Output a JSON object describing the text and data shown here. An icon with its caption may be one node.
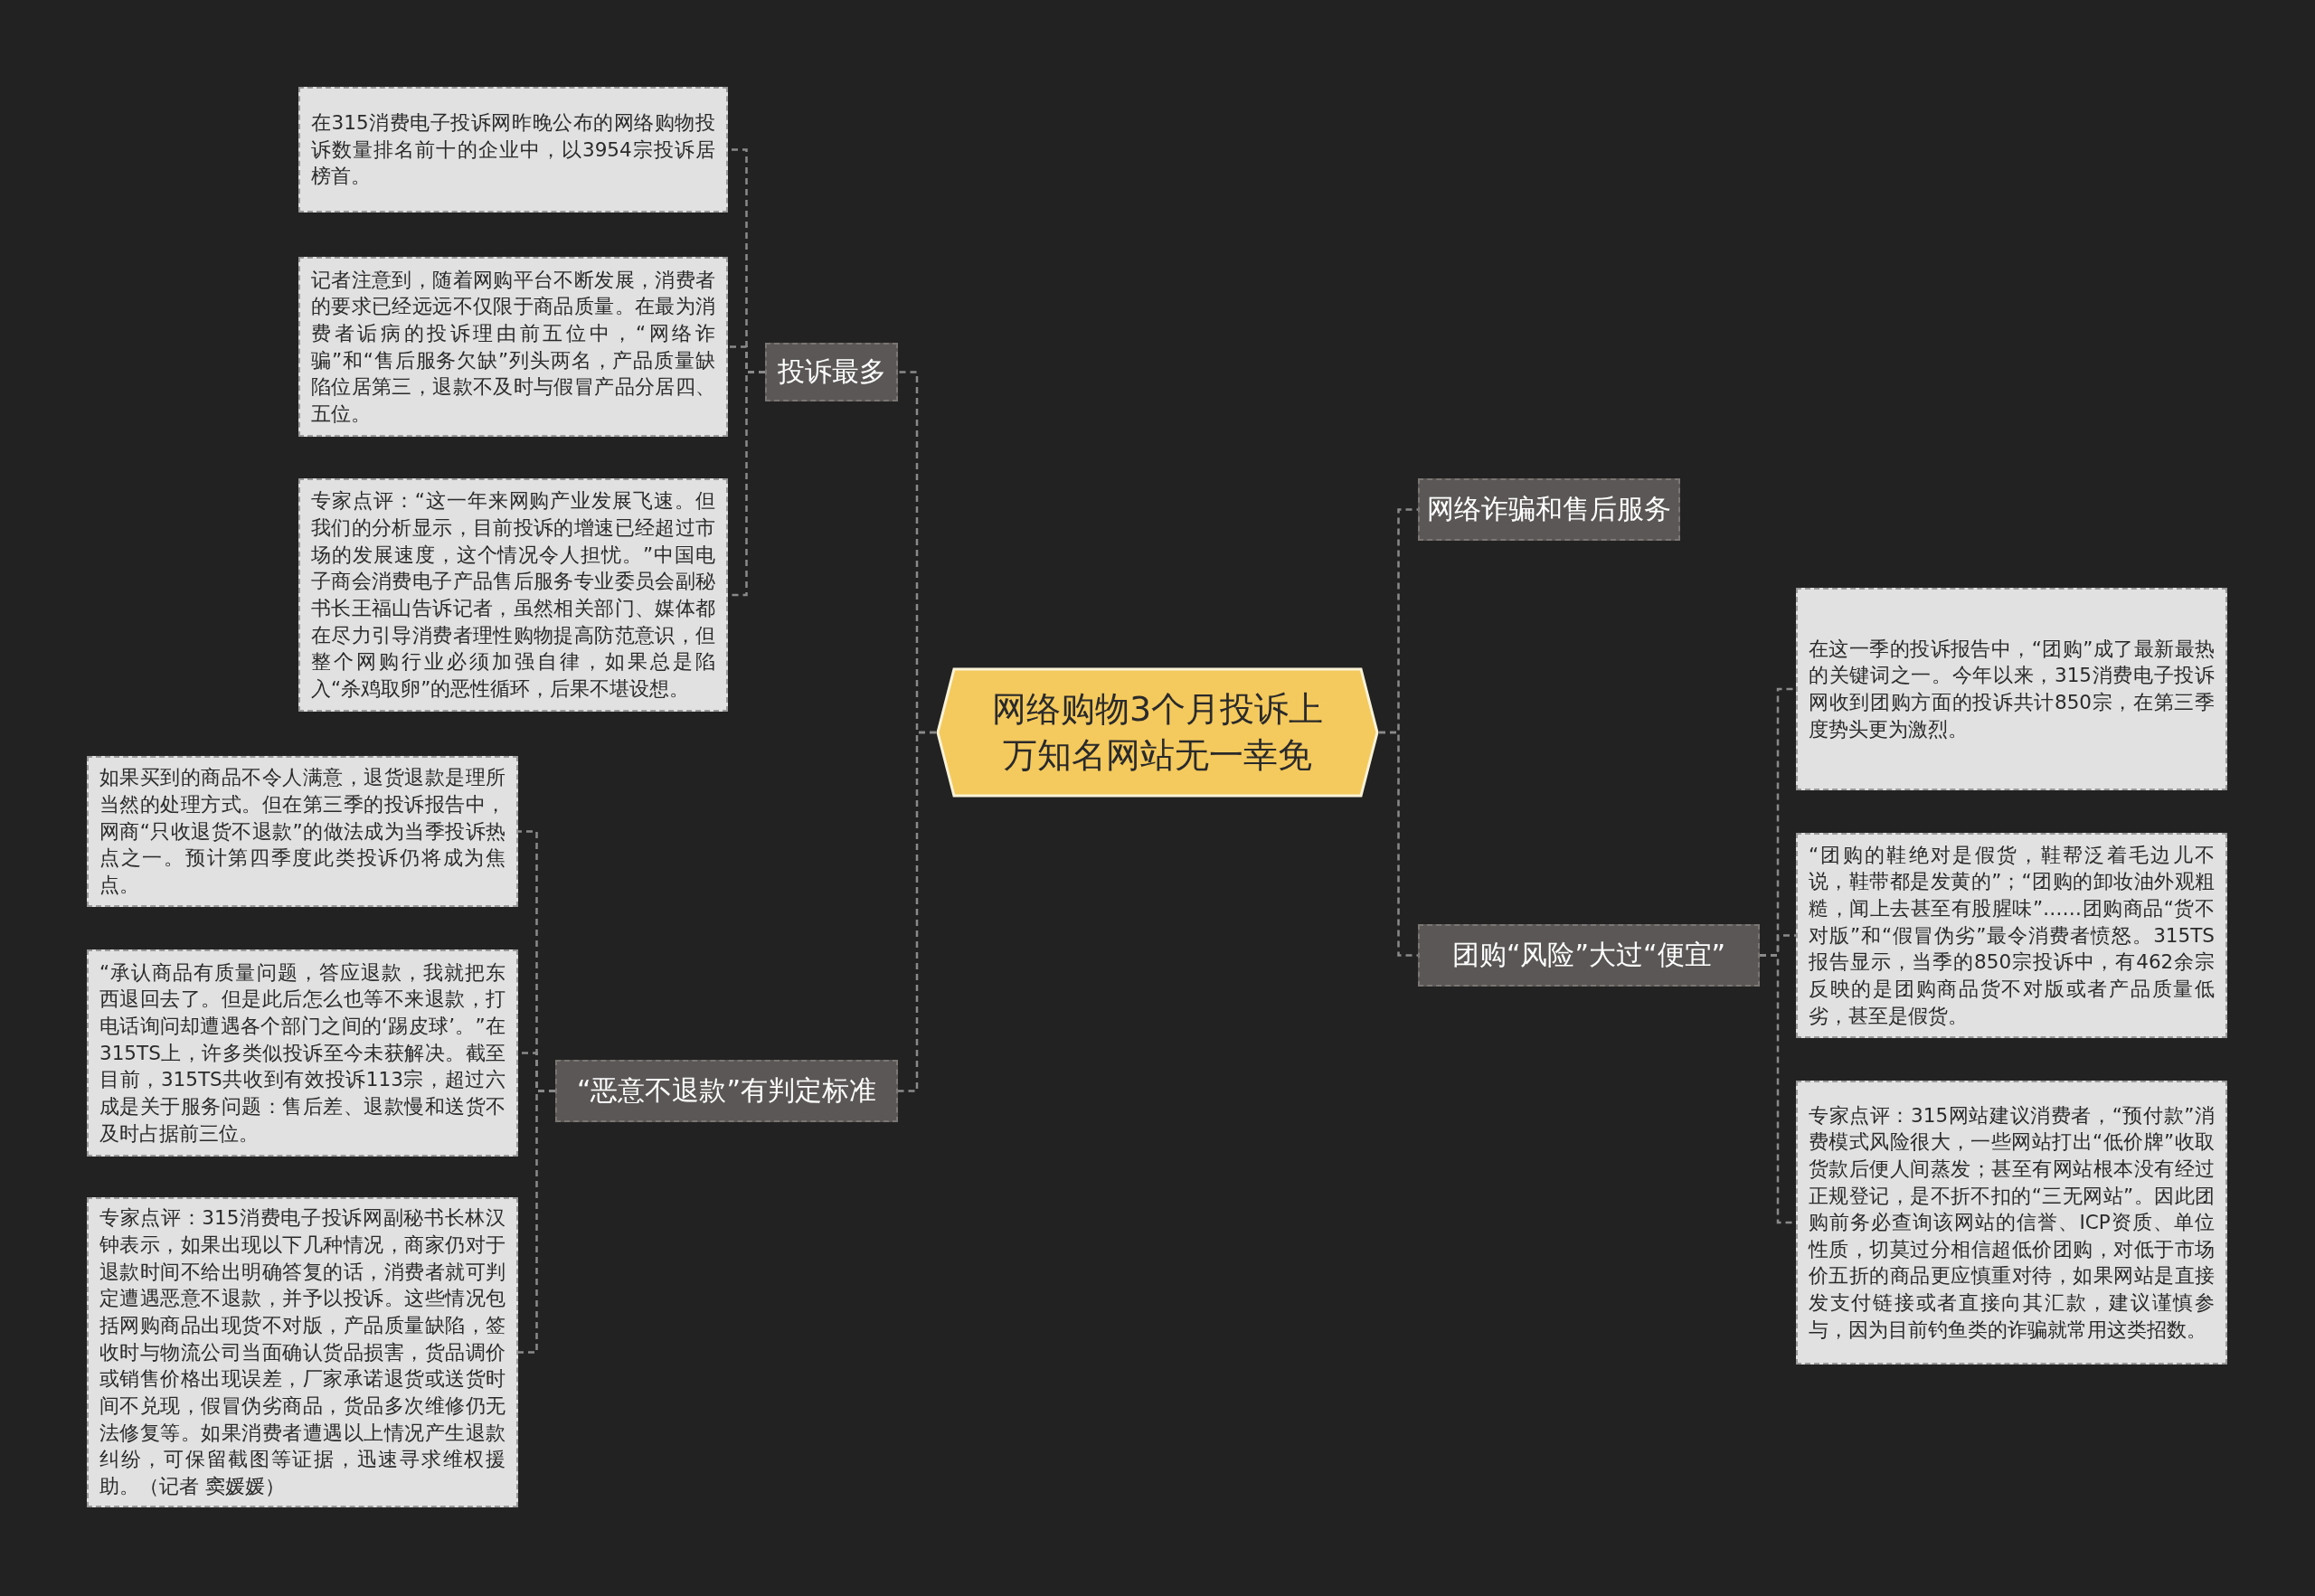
{
  "diagram": {
    "nodes": [
      {
        "text": [
          "网络购物3个月投诉上万知名网站无一幸免"
        ]
      },
      {
        "text": [
          "投诉最多"
        ]
      },
      {
        "text": [
          "在315消费电子投诉网昨晚公布的网络购物投诉数量排名前十的企业中，以3954宗投诉居榜首。"
        ]
      },
      {
        "text": [
          "记者注意到，随着网购平台不断发展，消费者的要求已经远远不仅限于商品质量。在最为消费者诟病的投诉理由前五位中，“网络诈骗”和“售后服务欠缺”列头两名，产品质量缺陷位居第三，退款不及时与假冒产品分居四、五位。"
        ]
      },
      {
        "text": [
          "专家点评：“这一年来网购产业发展飞速。但我们的分析显示，目前投诉的增速已经超过市场的发展速度，这个情况令人担忧。”中国电子商会消费电子产品售后服务专业委员会副秘书长王福山告诉记者，虽然相关部门、媒体都在尽力引导消费者理性购物提高防范意识，但整个网购行业必须加强自律，如果总是陷入“杀鸡取卵”的恶性循环，后果不堪设想。"
        ]
      },
      {
        "text": [
          "“恶意不退款”有判定标准"
        ]
      },
      {
        "text": [
          "如果买到的商品不令人满意，退货退款是理所当然的处理方式。但在第三季的投诉报告中，网商“只收退货不退款”的做法成为当季投诉热点之一。预计第四季度此类投诉仍将成为焦点。"
        ]
      },
      {
        "text": [
          "“承认商品有质量问题，答应退款，我就把东西退回去了。但是此后怎么也等不来退款，打电话询问却遭遇各个部门之间的‘踢皮球’。”在315TS上，许多类似投诉至今未获解决。截至目前，315TS共收到有效投诉113宗，超过六成是关于服务问题：售后差、退款慢和送货不及时占据前三位。"
        ]
      },
      {
        "text": [
          "专家点评：315消费电子投诉网副秘书长林汉钟表示，如果出现以下几种情况，商家仍对于退款时间不给出明确答复的话，消费者就可判定遭遇恶意不退款，并予以投诉。这些情况包括网购商品出现货不对版，产品质量缺陷，签收时与物流公司当面确认货品损害，货品调价或销售价格出现误差，厂家承诺退货或送货时间不兑现，假冒伪劣商品，货品多次维修仍无法修复等。如果消费者遭遇以上情况产生退款纠纷，可保留截图等证据，迅速寻求维权援助。（记者 窦媛媛）"
        ]
      },
      {
        "text": [
          "网络诈骗和售后服务"
        ]
      },
      {
        "text": [
          "团购“风险”大过“便宜”"
        ]
      },
      {
        "text": [
          "在这一季的投诉报告中，“团购”成了最新最热的关键词之一。今年以来，315消费电子投诉网收到团购方面的投诉共计850宗，在第三季度势头更为激烈。"
        ]
      },
      {
        "text": [
          "“团购的鞋绝对是假货，鞋帮泛着毛边儿不说，鞋带都是发黄的”；“团购的卸妆油外观粗糙，闻上去甚至有股腥味”……团购商品“货不对版”和“假冒伪劣”最令消费者愤怒。315TS报告显示，当季的850宗投诉中，有462余宗反映的是团购商品货不对版或者产品质量低劣，甚至是假货。"
        ]
      },
      {
        "text": [
          "专家点评：315网站建议消费者，“预付款”消费模式风险很大，一些网站打出“低价牌”收取货款后便人间蒸发；甚至有网站根本没有经过正规登记，是不折不扣的“三无网站”。因此团购前务必查询该网站的信誉、ICP资质、单位性质，切莫过分相信超低价团购，对低于市场价五折的商品更应慎重对待，如果网站是直接发支付链接或者直接向其汇款，建议谨慎参与，因为目前钓鱼类的诈骗就常用这类招数。"
        ]
      }
    ],
    "edges": [
      {
        "from": 0,
        "to": 1,
        "arrow": "none"
      },
      {
        "from": 1,
        "to": 2,
        "arrow": "none"
      },
      {
        "from": 1,
        "to": 3,
        "arrow": "none"
      },
      {
        "from": 1,
        "to": 4,
        "arrow": "none"
      },
      {
        "from": 0,
        "to": 5,
        "arrow": "none"
      },
      {
        "from": 5,
        "to": 6,
        "arrow": "none"
      },
      {
        "from": 5,
        "to": 7,
        "arrow": "none"
      },
      {
        "from": 5,
        "to": 8,
        "arrow": "none"
      },
      {
        "from": 0,
        "to": 9,
        "arrow": "none"
      },
      {
        "from": 0,
        "to": 10,
        "arrow": "none"
      },
      {
        "from": 10,
        "to": 11,
        "arrow": "none"
      },
      {
        "from": 10,
        "to": 12,
        "arrow": "none"
      },
      {
        "from": 10,
        "to": 13,
        "arrow": "none"
      }
    ]
  }
}
